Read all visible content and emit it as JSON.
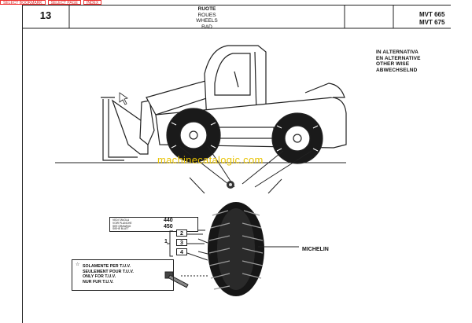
{
  "nav": {
    "tabs": [
      "SELECT BOOKMARK",
      "SELECT PAGE",
      "INDEX"
    ]
  },
  "header": {
    "page_number": "13",
    "title_it": "RUOTE",
    "title_fr": "ROUES",
    "title_en": "WHEELS",
    "title_de": "RAD",
    "model_1": "MVT 665",
    "model_2": "MVT 675"
  },
  "alternative": {
    "line_1": "IN ALTERNATIVA",
    "line_2": "EN ALTERNATIVE",
    "line_3": "OTHER WISE",
    "line_4": "ABWECHSELND"
  },
  "watermark": "machinecatalogic.com",
  "reference": {
    "line_1": "VEDI TAVOLA",
    "line_2": "VOIR PLANCHE",
    "line_3": "SEE DRAWING",
    "line_4": "SIEHE BLATT",
    "num_1": "440",
    "num_2": "450"
  },
  "callouts": {
    "c1": "1",
    "c2": "2",
    "c3": "3",
    "c4": "4"
  },
  "tire_brand": "MICHELIN",
  "tuv_note": {
    "marker": "☆",
    "line_1": "SOLAMENTE PER T.U.V.",
    "line_2": "SEULEMENT POUR T.U.V.",
    "line_3": "ONLY FOR T.U.V.",
    "line_4": "NUR FUR T.U.V."
  }
}
